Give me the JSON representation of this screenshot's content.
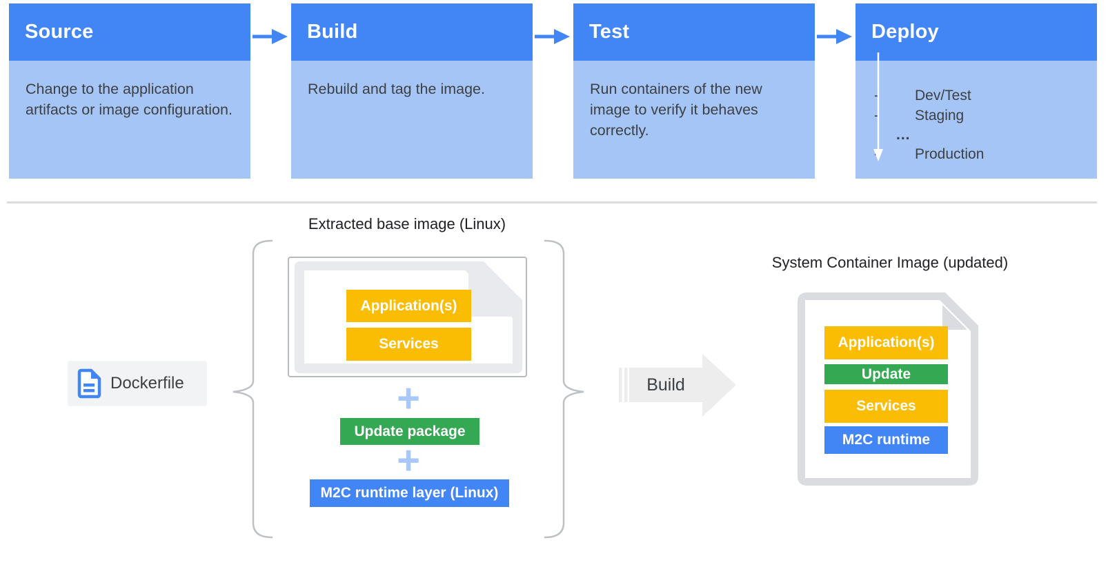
{
  "palette": {
    "header_blue": "#4285F4",
    "body_light_blue": "#A6C5F7",
    "yellow": "#FBBC04",
    "green": "#34A853",
    "blue": "#4285F4",
    "plus_light_blue": "#A8C7FA",
    "doc_border_gray": "#DADCE0",
    "doc_fill_gray": "#E8EAED",
    "chip_gray": "#F1F3F4",
    "build_arrow_gray": "#EDEDED",
    "text_dark": "#3C4043",
    "title_dark": "#202124"
  },
  "pipeline": {
    "steps": [
      {
        "title": "Source",
        "description": "Change to the application artifacts or image configuration."
      },
      {
        "title": "Build",
        "description": "Rebuild and tag the image."
      },
      {
        "title": "Test",
        "description": "Run containers of the new image to verify it behaves correctly."
      },
      {
        "title": "Deploy",
        "targets": [
          {
            "bullet": "-",
            "label": "Dev/Test"
          },
          {
            "bullet": "-",
            "label": "Staging"
          },
          {
            "bullet": "",
            "label": "..."
          },
          {
            "bullet": "-",
            "label": "Production"
          }
        ]
      }
    ]
  },
  "builder": {
    "dockerfile_label": "Dockerfile",
    "extracted_title": "Extracted base image (Linux)",
    "base_layers": [
      "Application(s)",
      "Services"
    ],
    "plus": "+",
    "update_package_label": "Update package",
    "runtime_label": "M2C runtime layer (Linux)",
    "build_label": "Build",
    "result_title": "System Container Image (updated)",
    "result_layers": [
      "Application(s)",
      "Update",
      "Services",
      "M2C runtime"
    ]
  }
}
